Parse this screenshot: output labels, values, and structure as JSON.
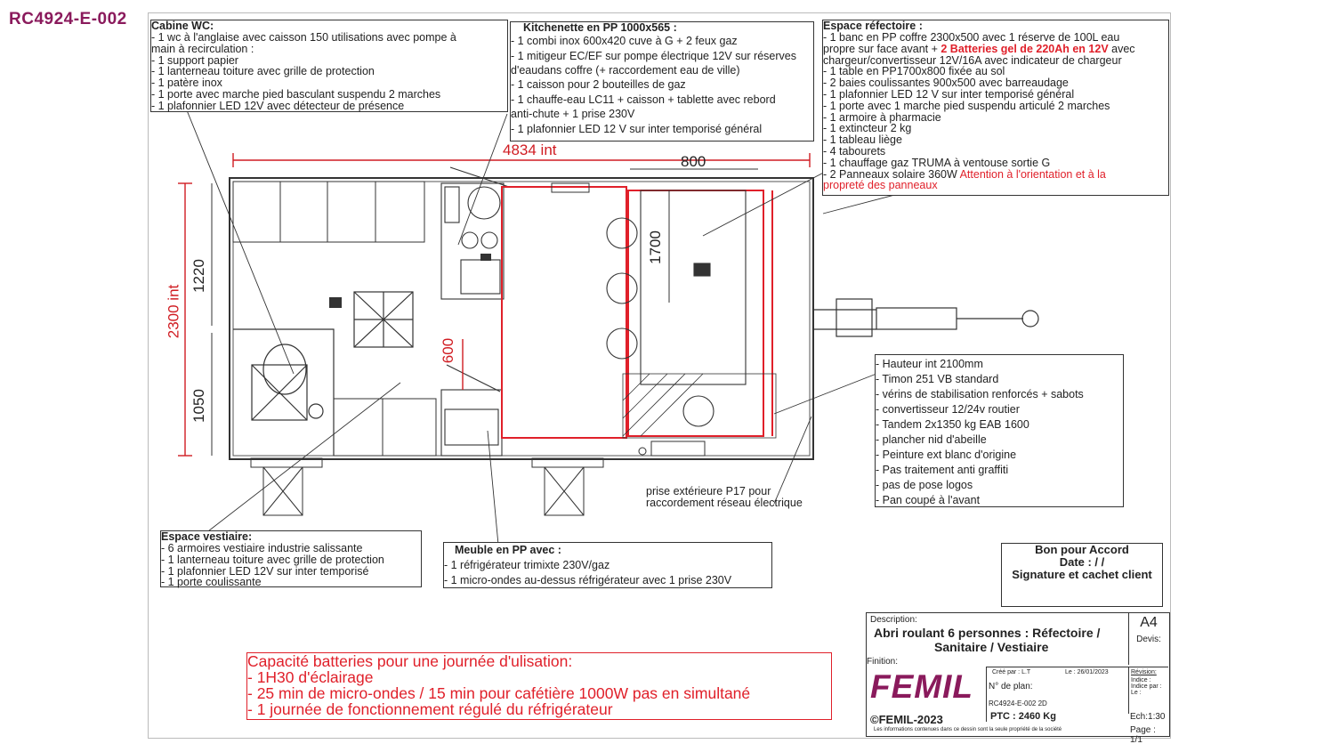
{
  "doc_id": "RC4924-E-002",
  "cabine_wc": {
    "title": "Cabine WC:",
    "lines": [
      "- 1 wc à l'anglaise avec caisson 150 utilisations avec pompe à",
      "main à recirculation :",
      "- 1 support papier",
      "- 1 lanterneau toiture avec grille de protection",
      "- 1 patère inox",
      "- 1 porte avec marche pied basculant suspendu 2 marches",
      "- 1 plafonnier LED 12V avec détecteur de présence"
    ]
  },
  "kitchenette": {
    "title": "Kitchenette en PP 1000x565 :",
    "lines": [
      "- 1 combi inox 600x420 cuve à G + 2 feux gaz",
      "- 1 mitigeur EC/EF sur pompe électrique 12V sur réserves",
      "d'eaudans coffre (+ raccordement eau de ville)",
      "- 1 caisson pour 2 bouteilles de gaz",
      "- 1 chauffe-eau LC11 + caisson + tablette avec rebord",
      "anti-chute + 1 prise 230V",
      "- 1 plafonnier LED 12 V sur inter temporisé général"
    ]
  },
  "refectoire": {
    "title": "Espace réfectoire :",
    "line1": "- 1 banc en PP coffre 2300x500 avec 1 réserve de 100L eau",
    "line2_a": "propre sur face avant + ",
    "line2_b": "2 Batteries gel de 220Ah en 12V",
    "line2_c": " avec",
    "line3": "chargeur/convertisseur 12V/16A avec indicateur de chargeur",
    "lines": [
      "- 1 table en PP1700x800 fixée au sol",
      "- 2 baies coulissantes 900x500 avec barreaudage",
      "- 1 plafonnier LED 12 V sur inter temporisé général",
      "- 1 porte avec 1 marche pied suspendu articulé 2 marches",
      "- 1 armoire à pharmacie",
      "- 1 extincteur 2 kg",
      "- 1 tableau liège",
      "- 4 tabourets",
      "- 1 chauffage gaz TRUMA à ventouse sortie G"
    ],
    "panel_a": "- 2 Panneaux solaire 360W ",
    "panel_b": "Attention à l'orientation et à la",
    "panel_c": "propreté des panneaux"
  },
  "vestiaire": {
    "title": "Espace vestiaire:",
    "lines": [
      "- 6 armoires vestiaire industrie salissante",
      "- 1 lanterneau toiture avec grille de protection",
      "- 1 plafonnier LED 12V sur inter temporisé",
      "- 1 porte coulissante"
    ]
  },
  "meuble": {
    "title": "Meuble en PP avec :",
    "lines": [
      "- 1 réfrigérateur trimixte 230V/gaz",
      "- 1 micro-ondes au-dessus réfrigérateur avec 1 prise 230V"
    ]
  },
  "specs": [
    "- Hauteur int 2100mm",
    "- Timon 251 VB standard",
    "- vérins de stabilisation renforcés + sabots",
    "- convertisseur 12/24v routier",
    "- Tandem 2x1350 kg EAB 1600",
    "- plancher nid d'abeille",
    "- Peinture ext blanc d'origine",
    "- Pas traitement anti graffiti",
    "- pas de pose logos",
    "- Pan coupé à l'avant"
  ],
  "prise_note": [
    "prise extérieure P17 pour",
    "raccordement réseau électrique"
  ],
  "dims": {
    "length": "4834 int",
    "table_w": "800",
    "table_l": "1700",
    "width": "2300 int",
    "d1220": "1220",
    "d1050": "1050",
    "d600": "600"
  },
  "accord": {
    "l1": "Bon pour Accord",
    "l2": "Date :   /   /",
    "l3": "Signature et cachet client"
  },
  "battery_note": [
    "Capacité batteries pour une journée d'ulisation:",
    "- 1H30 d'éclairage",
    "- 25 min de micro-ondes / 15 min pour cafétière 1000W pas en simultané",
    "- 1 journée de fonctionnement régulé du réfrigérateur"
  ],
  "cartouche": {
    "desc_label": "Description:",
    "desc1": "Abri roulant 6 personnes : Réfectoire /",
    "desc2": "Sanitaire / Vestiaire",
    "format": "A4",
    "devis": "Devis:",
    "finition": "Finition:",
    "brand": "FEMIL",
    "cree_par": "Créé par : L.T",
    "le": "Le : 26/01/2023",
    "revision": "Révision:",
    "plan_label": "N° de plan:",
    "plan_value": "RC4924-E-002 2D",
    "indice": "Indice :",
    "indice_par": "Indice par :",
    "le2": "Le :",
    "copyright": "©FEMIL-2023",
    "ptc": "PTC : 2460 Kg",
    "echelle": "Ech:1:30",
    "footer": "Les informations contenues dans ce dessin sont la seule propriété de la société",
    "page": "Page : 1/1"
  },
  "colors": {
    "accent": "#8a1a5c",
    "red": "#e0202a"
  }
}
